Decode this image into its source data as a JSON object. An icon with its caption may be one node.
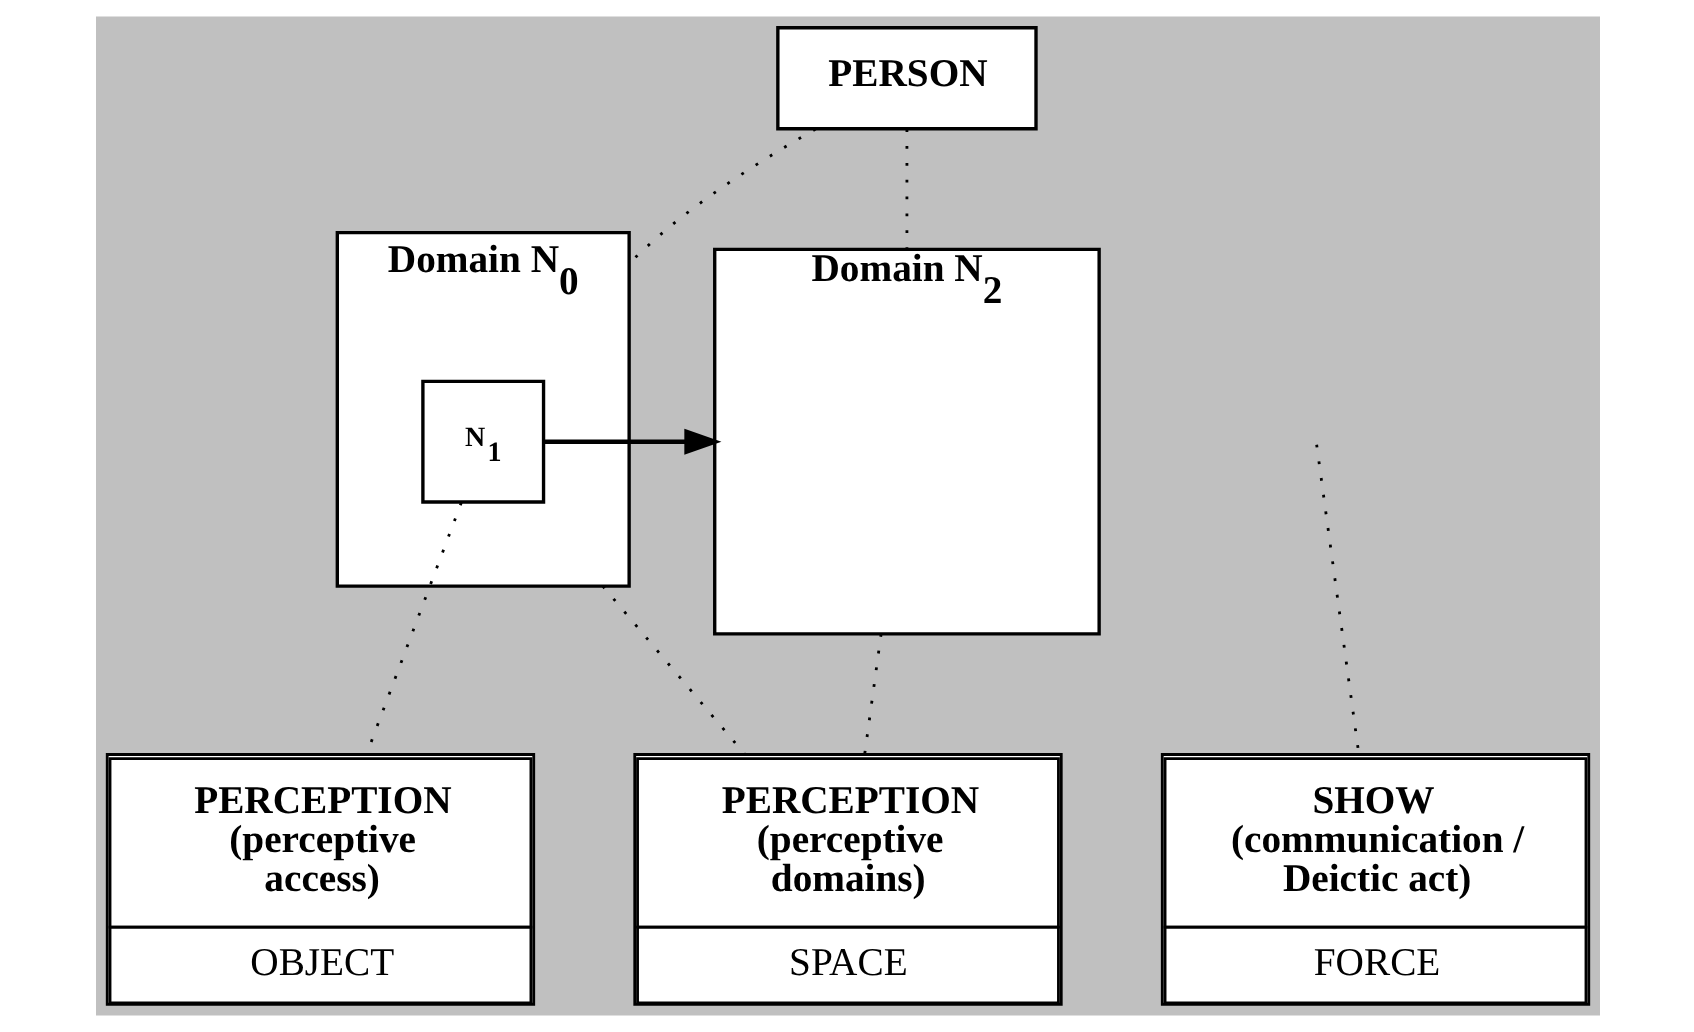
{
  "diagram": {
    "nodes": [
      {
        "text": [
          "PERSON"
        ]
      },
      {
        "text": [
          "Domain N$_{0}$"
        ]
      },
      {
        "text": [
          "N$_{1}$"
        ],
        "in": 1
      },
      {
        "text": [
          "Domain N$_{2}$"
        ]
      },
      {
        "text": [
          "PERCEPTION (perceptive access)",
          "OBJECT"
        ]
      },
      {
        "text": [
          "PERCEPTION (perceptive domains)",
          "SPACE"
        ]
      },
      {
        "text": [
          "SHOW (communication / Deictic act)",
          "FORCE"
        ]
      }
    ],
    "edges": [
      {
        "from": 0,
        "to": 1,
        "arrow": "none",
        "style": "dashed"
      },
      {
        "from": 0,
        "to": 3,
        "arrow": "none",
        "style": "dashed"
      },
      {
        "from": 2,
        "to": 3,
        "arrow": "to"
      },
      {
        "from": 2,
        "to": 4,
        "arrow": "none",
        "style": "dashed"
      },
      {
        "from": 1,
        "to": 5,
        "arrow": "none",
        "style": "dashed"
      },
      {
        "from": 3,
        "to": 5,
        "arrow": "none",
        "style": "dashed"
      },
      {
        "from": null,
        "to": 6,
        "arrow": "none",
        "style": "dashed"
      }
    ]
  }
}
